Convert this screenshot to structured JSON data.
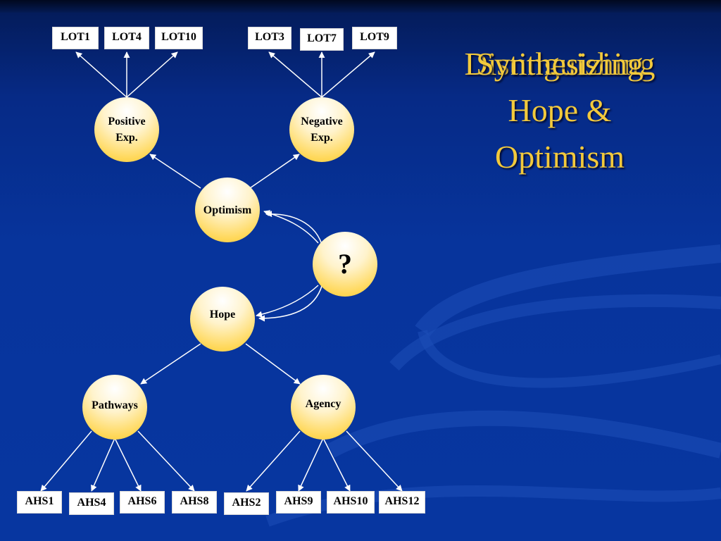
{
  "slide": {
    "title_overlapped": [
      "Distinguishing",
      "Synthesizing"
    ],
    "title_lines": [
      "Hope &",
      "Optimism"
    ],
    "accent_color": "#f2c93c",
    "background_color": "#0736a0",
    "node_color": "#ffd85a"
  },
  "diagram": {
    "lot_boxes": [
      "LOT1",
      "LOT4",
      "LOT10",
      "LOT3",
      "LOT7",
      "LOT9"
    ],
    "ahs_boxes": [
      "AHS1",
      "AHS4",
      "AHS6",
      "AHS8",
      "AHS2",
      "AHS9",
      "AHS10",
      "AHS12"
    ],
    "nodes": {
      "positive": "Positive\nExp.",
      "negative": "Negative\nExp.",
      "optimism": "Optimism",
      "question": "?",
      "hope": "Hope",
      "pathways": "Pathways",
      "agency": "Agency"
    }
  }
}
